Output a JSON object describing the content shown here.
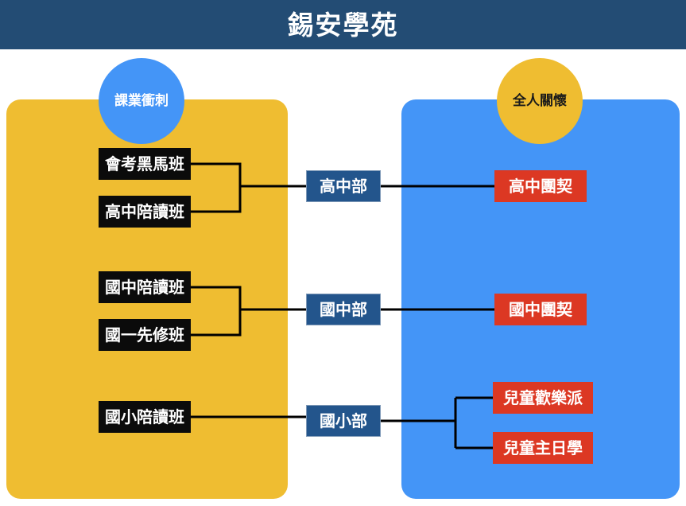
{
  "header": {
    "title": "錫安學苑",
    "bg_color": "#234C74",
    "text_color": "#ffffff"
  },
  "panels": {
    "left": {
      "name": "academic-panel",
      "color": "#EFBD31"
    },
    "right": {
      "name": "care-panel",
      "color": "#4495F7"
    }
  },
  "circles": [
    {
      "label": "課業衝刺",
      "bg_color": "#4495F7",
      "text_color": "#ffffff"
    },
    {
      "label": "全人關懷",
      "bg_color": "#EFBD31",
      "text_color": "#1a1a1a"
    }
  ],
  "colors": {
    "black_box": "#0B0B0B",
    "navy_box": "#23558C",
    "red_box": "#DC3823",
    "connector": "#000000"
  },
  "groups": [
    {
      "division": "高中部",
      "classes": [
        "會考黑馬班",
        "高中陪讀班"
      ],
      "fellowships": [
        "高中團契"
      ]
    },
    {
      "division": "國中部",
      "classes": [
        "國中陪讀班",
        "國一先修班"
      ],
      "fellowships": [
        "國中團契"
      ]
    },
    {
      "division": "國小部",
      "classes": [
        "國小陪讀班"
      ],
      "fellowships": [
        "兒童歡樂派",
        "兒童主日學"
      ]
    }
  ]
}
